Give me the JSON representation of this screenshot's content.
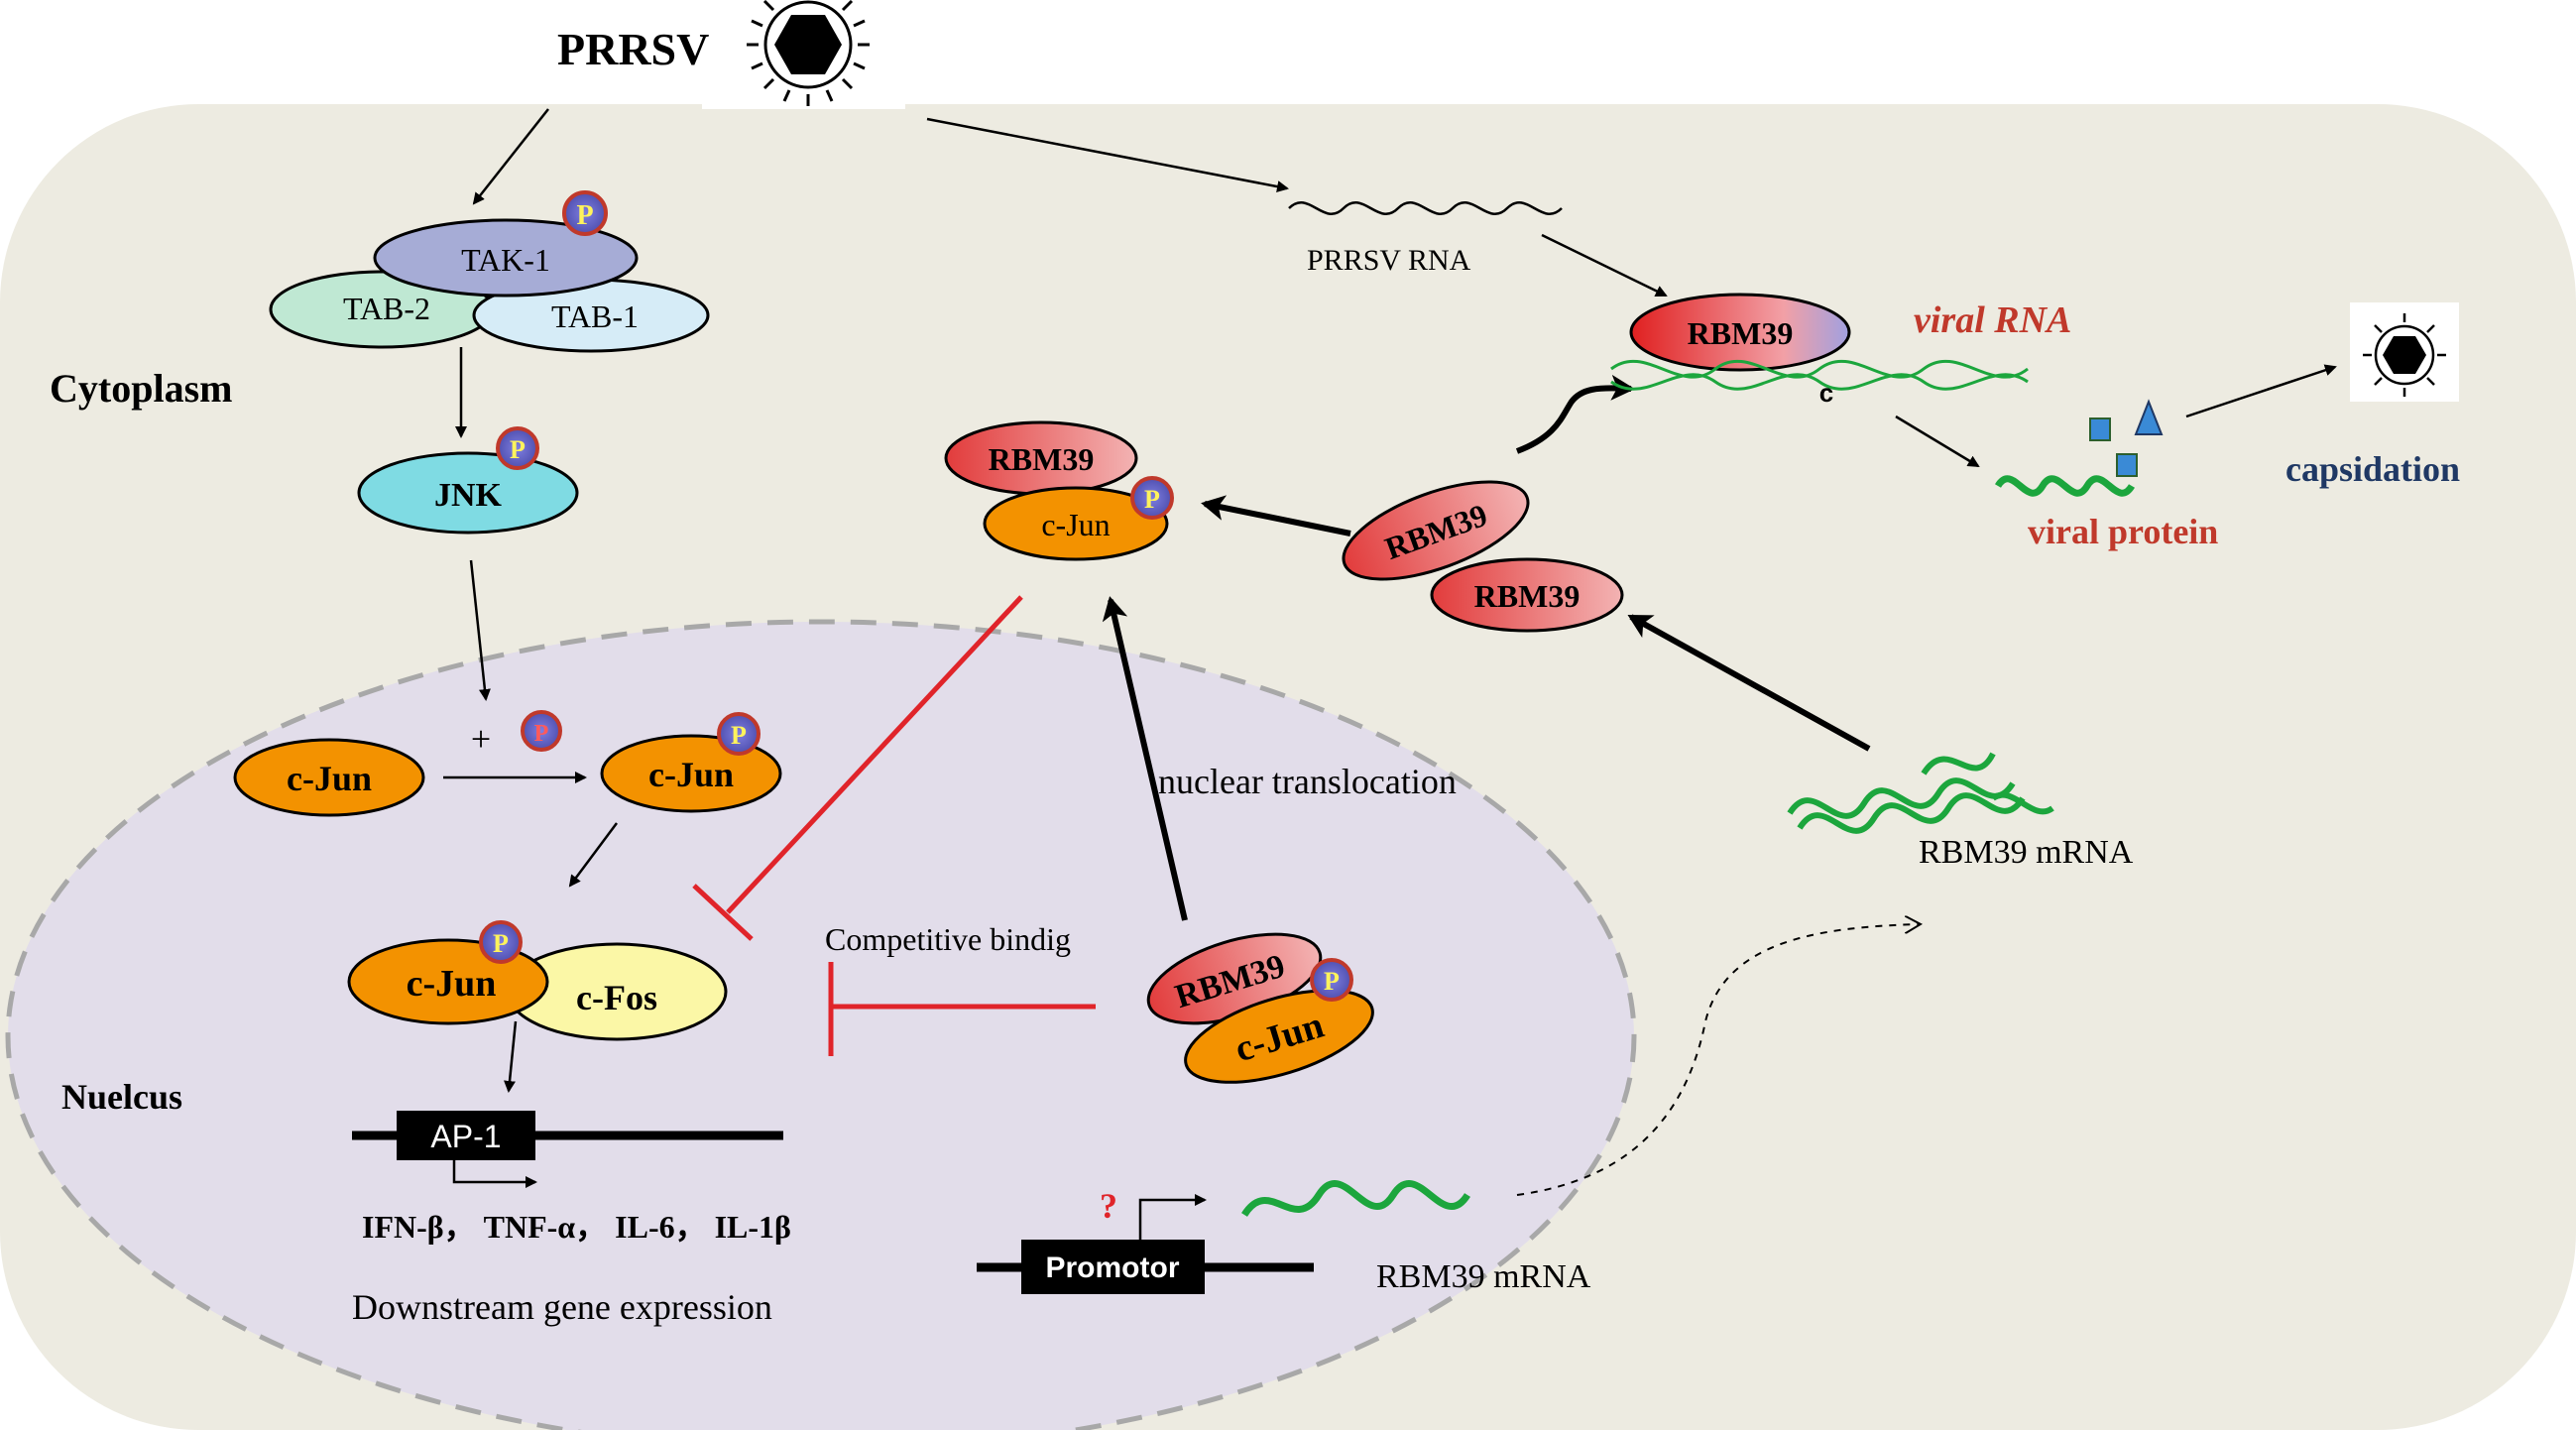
{
  "title": "PRRSV",
  "compartments": {
    "cytoplasm": "Cytoplasm",
    "nucleus": "Nuelcus"
  },
  "tak_complex": {
    "tak1": "TAK-1",
    "tab2": "TAB-2",
    "tab1": "TAB-1"
  },
  "jnk": "JNK",
  "phospho": "P",
  "plus": "+",
  "cjun": "c-Jun",
  "cfos": "c-Fos",
  "ap1": "AP-1",
  "cytokines": "IFN-β，  TNF-α，  IL-6，  IL-1β",
  "downstream": "Downstream  gene expression",
  "prrsv_rna": "PRRSV RNA",
  "rbm39": "RBM39",
  "viral_rna": "viral RNA",
  "c_mark": "c",
  "viral_protein": "viral protein",
  "capsidation": "capsidation",
  "nuclear_translocation": "nuclear translocation",
  "competitive_binding": "Competitive bindig",
  "rbm39_mrna": "RBM39 mRNA",
  "promotor": "Promotor",
  "question": "?",
  "colors": {
    "cell": "#edebe1",
    "nucleus": "#e2ddea",
    "cjun": "#f39200",
    "cfos": "#fbf7a6",
    "jnk": "#7fdbe3",
    "tak1": "#a6acd6",
    "tab2": "#bfe8d3",
    "tab1": "#d6ecf7",
    "rbm39": "#e27878",
    "mrna": "#1ca63d",
    "inhibit": "#e0242a",
    "capsid_text": "#1f3864",
    "viral_text": "#c0392b"
  }
}
